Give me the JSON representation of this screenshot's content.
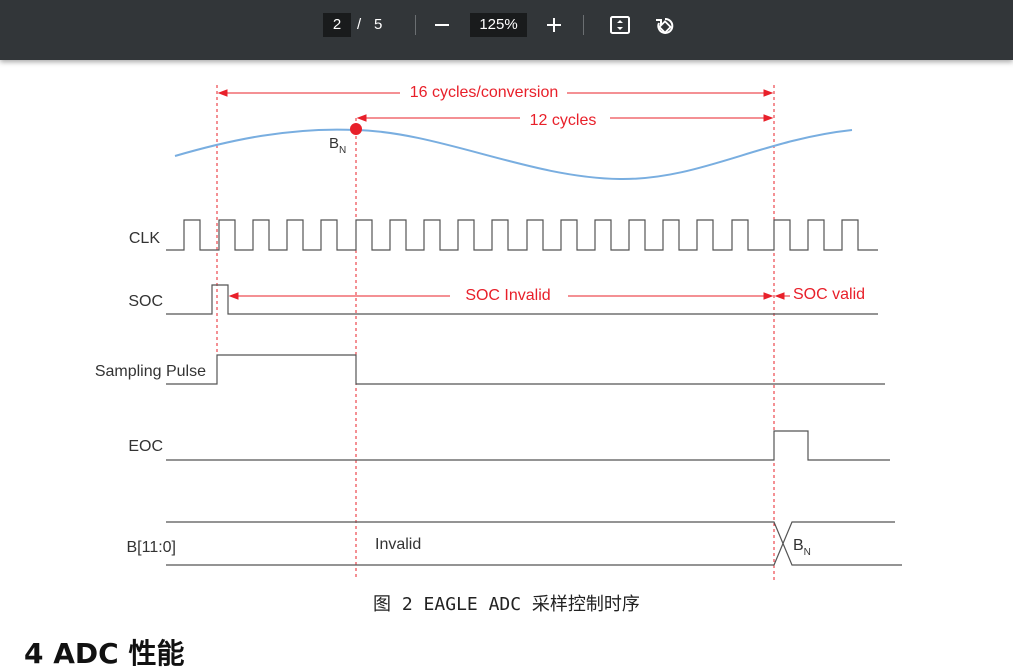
{
  "toolbar": {
    "page_current": "2",
    "page_separator": "/",
    "page_total": "5",
    "zoom": "125%",
    "icons": [
      "zoom-out-icon",
      "zoom-in-icon",
      "fit-page-icon",
      "rotate-icon"
    ]
  },
  "diagram": {
    "top_span_label": "16 cycles/conversion",
    "inner_span_label": "12 cycles",
    "sample_point_label": "B",
    "sample_point_subscript": "N",
    "signals": {
      "clk": "CLK",
      "soc": "SOC",
      "sampling": "Sampling Pulse",
      "eoc": "EOC",
      "bus": "B[11:0]"
    },
    "soc_invalid": "SOC Invalid",
    "soc_valid": "SOC valid",
    "bus_invalid": "Invalid",
    "bus_valid": "B",
    "bus_valid_subscript": "N",
    "annotation_color": "#e8202a",
    "wave_color": "#79aee0"
  },
  "caption": "图 2 EAGLE ADC 采样控制时序",
  "heading": "4 ADC 性能"
}
